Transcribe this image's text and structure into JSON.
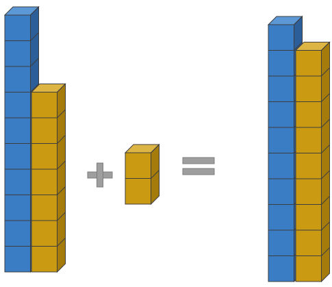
{
  "colors": {
    "blue": "#3a7dc4",
    "blue_top": "#5c98d6",
    "blue_side": "#2c5f99",
    "gold": "#c99a12",
    "gold_top": "#ddb544",
    "gold_side": "#a57c0c",
    "operator": "#9e9e9e",
    "outline": "#3d3d3d"
  },
  "diagram": {
    "left_group": {
      "blue_cubes": 10,
      "gold_cubes": 7
    },
    "middle_group": {
      "gold_cubes": 2
    },
    "right_group": {
      "blue_cubes": 10,
      "gold_cubes": 9
    },
    "operators": [
      "plus",
      "equals"
    ]
  }
}
